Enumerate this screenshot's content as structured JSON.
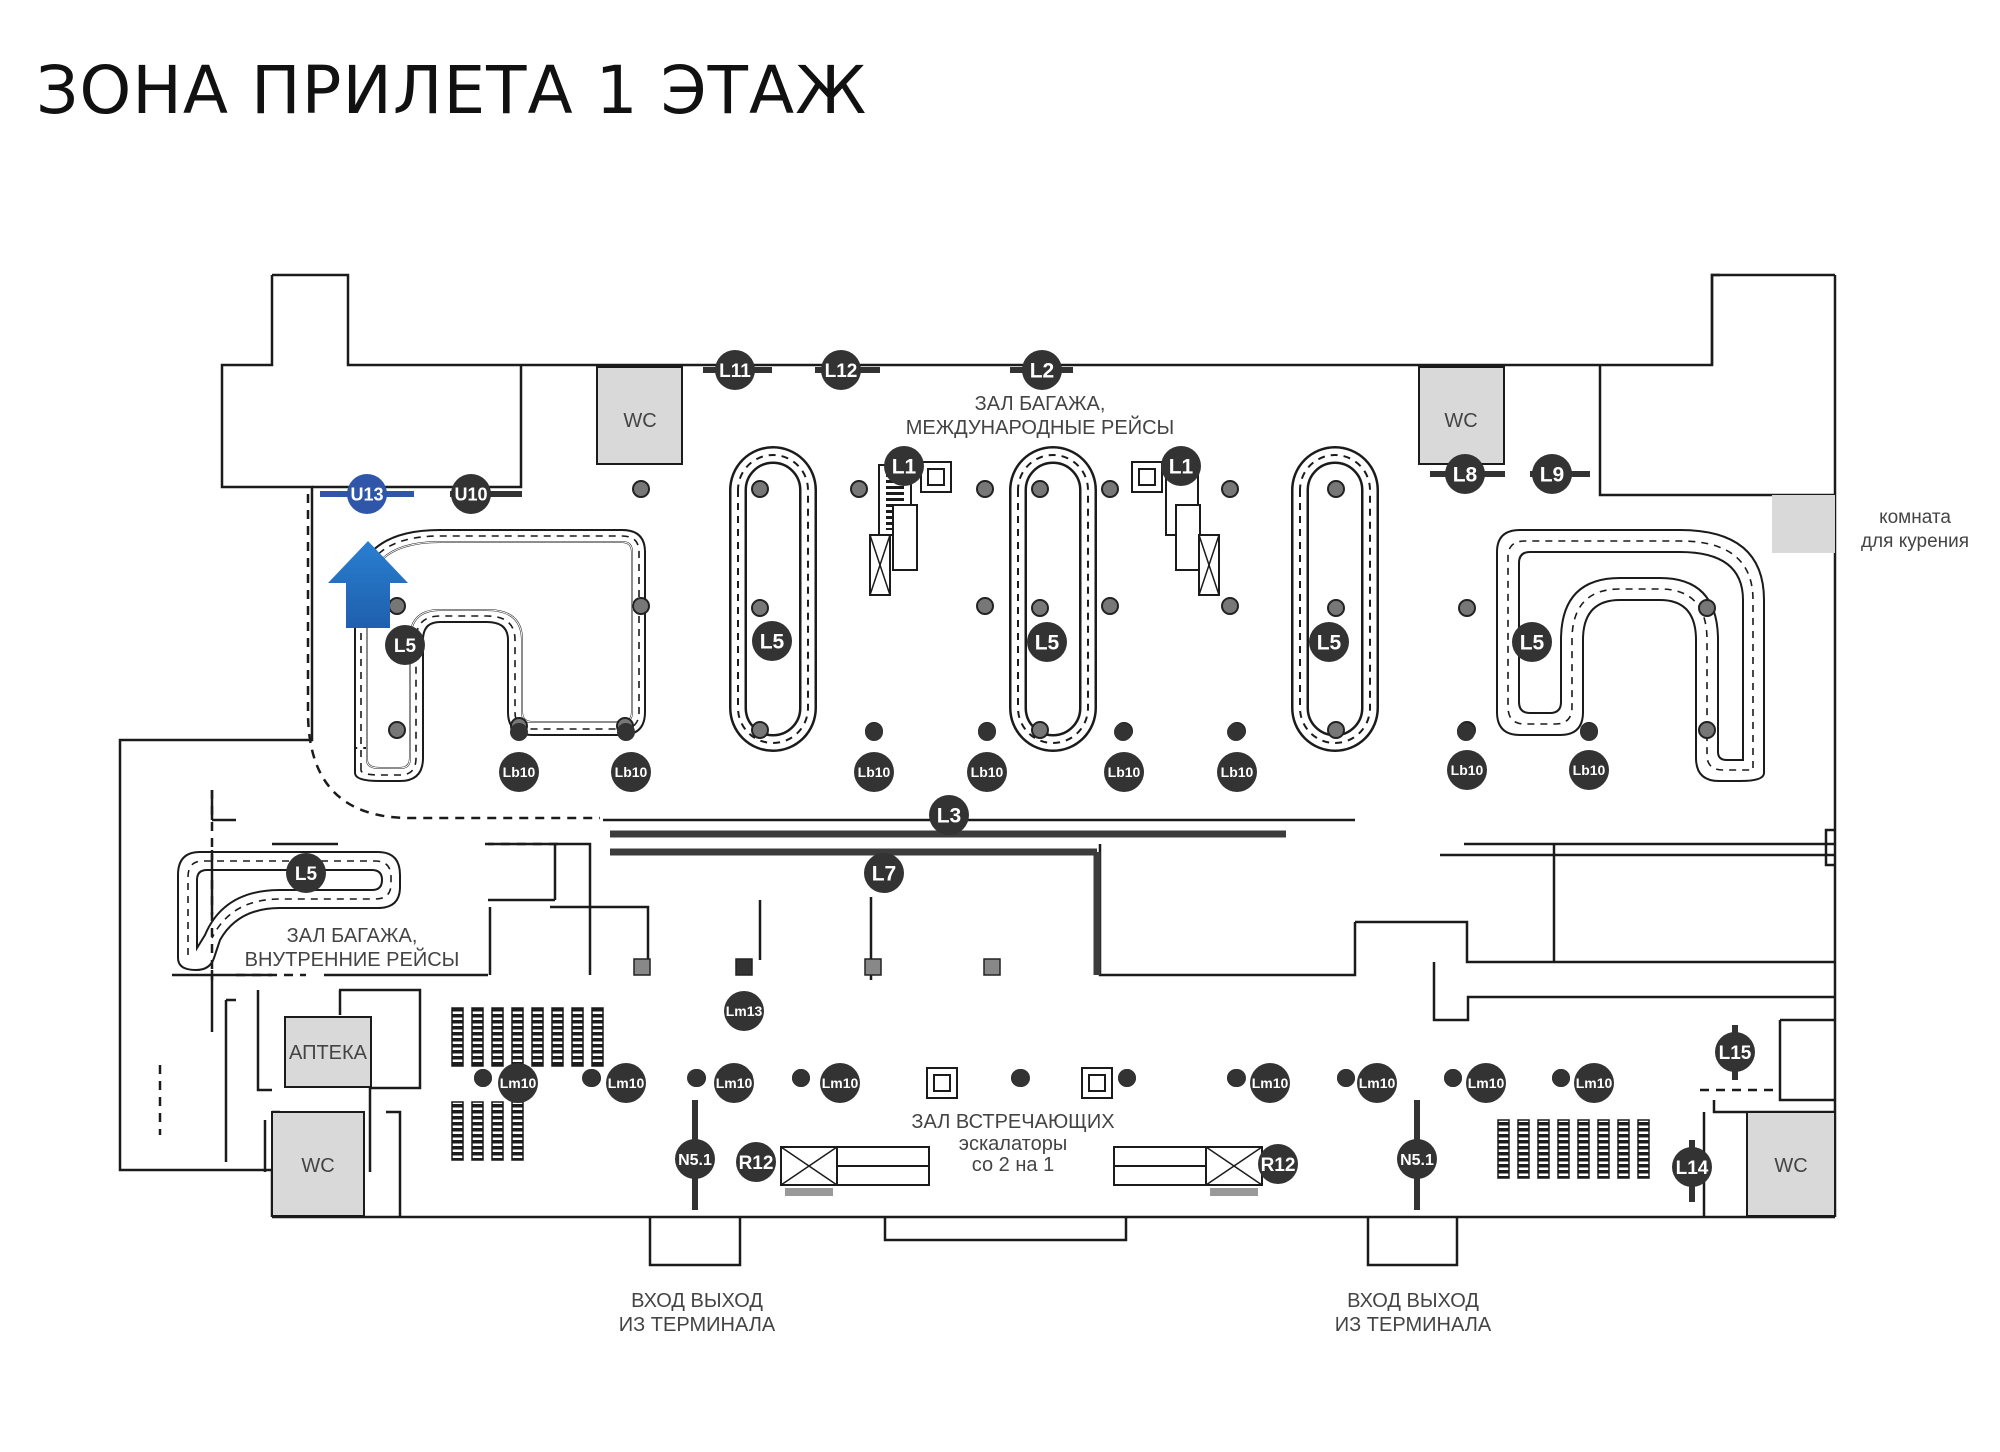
{
  "title": "ЗОНА ПРИЛЕТА 1 ЭТАЖ",
  "labels": {
    "intl_hall": [
      "ЗАЛ БАГАЖА,",
      "МЕЖДУНАРОДНЫЕ РЕЙСЫ"
    ],
    "domestic_hall": [
      "ЗАЛ БАГАЖА,",
      "ВНУТРЕННИЕ РЕЙСЫ"
    ],
    "greeting_hall": [
      "ЗАЛ ВСТРЕЧАЮЩИХ",
      "эскалаторы",
      "со 2 на 1"
    ],
    "smoking": [
      "комната",
      "для курения"
    ],
    "pharmacy": "АПТЕКА",
    "wc": "WC",
    "entrance_left": [
      "ВХОД ВЫХОД",
      "ИЗ ТЕРМИНАЛА"
    ],
    "entrance_right": [
      "ВХОД ВЫХОД",
      "ИЗ ТЕРМИНАЛА"
    ]
  },
  "markers": {
    "U13": "U13",
    "U10": "U10",
    "L11": "L11",
    "L12": "L12",
    "L2": "L2",
    "L1": "L1",
    "L5": "L5",
    "L8": "L8",
    "L9": "L9",
    "L3": "L3",
    "L7": "L7",
    "Lb10": "Lb10",
    "Lm10": "Lm10",
    "Lm13": "Lm13",
    "L15": "L15",
    "L14": "L14",
    "N5_1": "N5.1",
    "R12": "R12"
  },
  "highlight": {
    "marker": "U13",
    "color": "#2f56a8",
    "arrow_color": "#2a7fd0",
    "arrow_direction": "up"
  },
  "colors": {
    "marker_fill": "#333333",
    "room_fill": "#d9d9d9",
    "wall": "#1b1b1b"
  }
}
